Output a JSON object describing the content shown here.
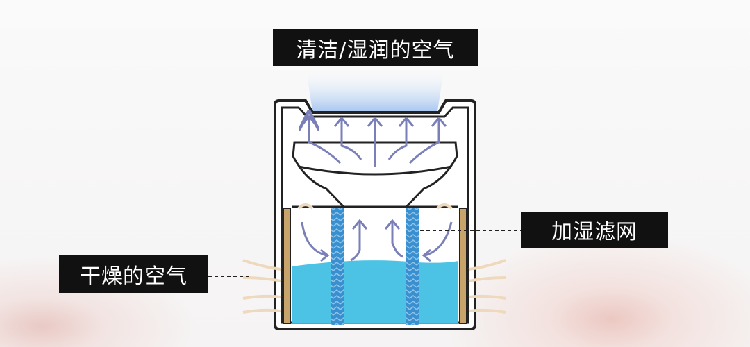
{
  "labels": {
    "clean_air": "清洁/湿润的空气",
    "filter": "加湿滤网",
    "dry_air": "干燥的空气"
  },
  "colors": {
    "water": "#4cc3e4",
    "filter": "#3a8fcf",
    "outline": "#222222",
    "arrow": "#7a7fb8",
    "intake_arrow": "#f0dcc0"
  }
}
